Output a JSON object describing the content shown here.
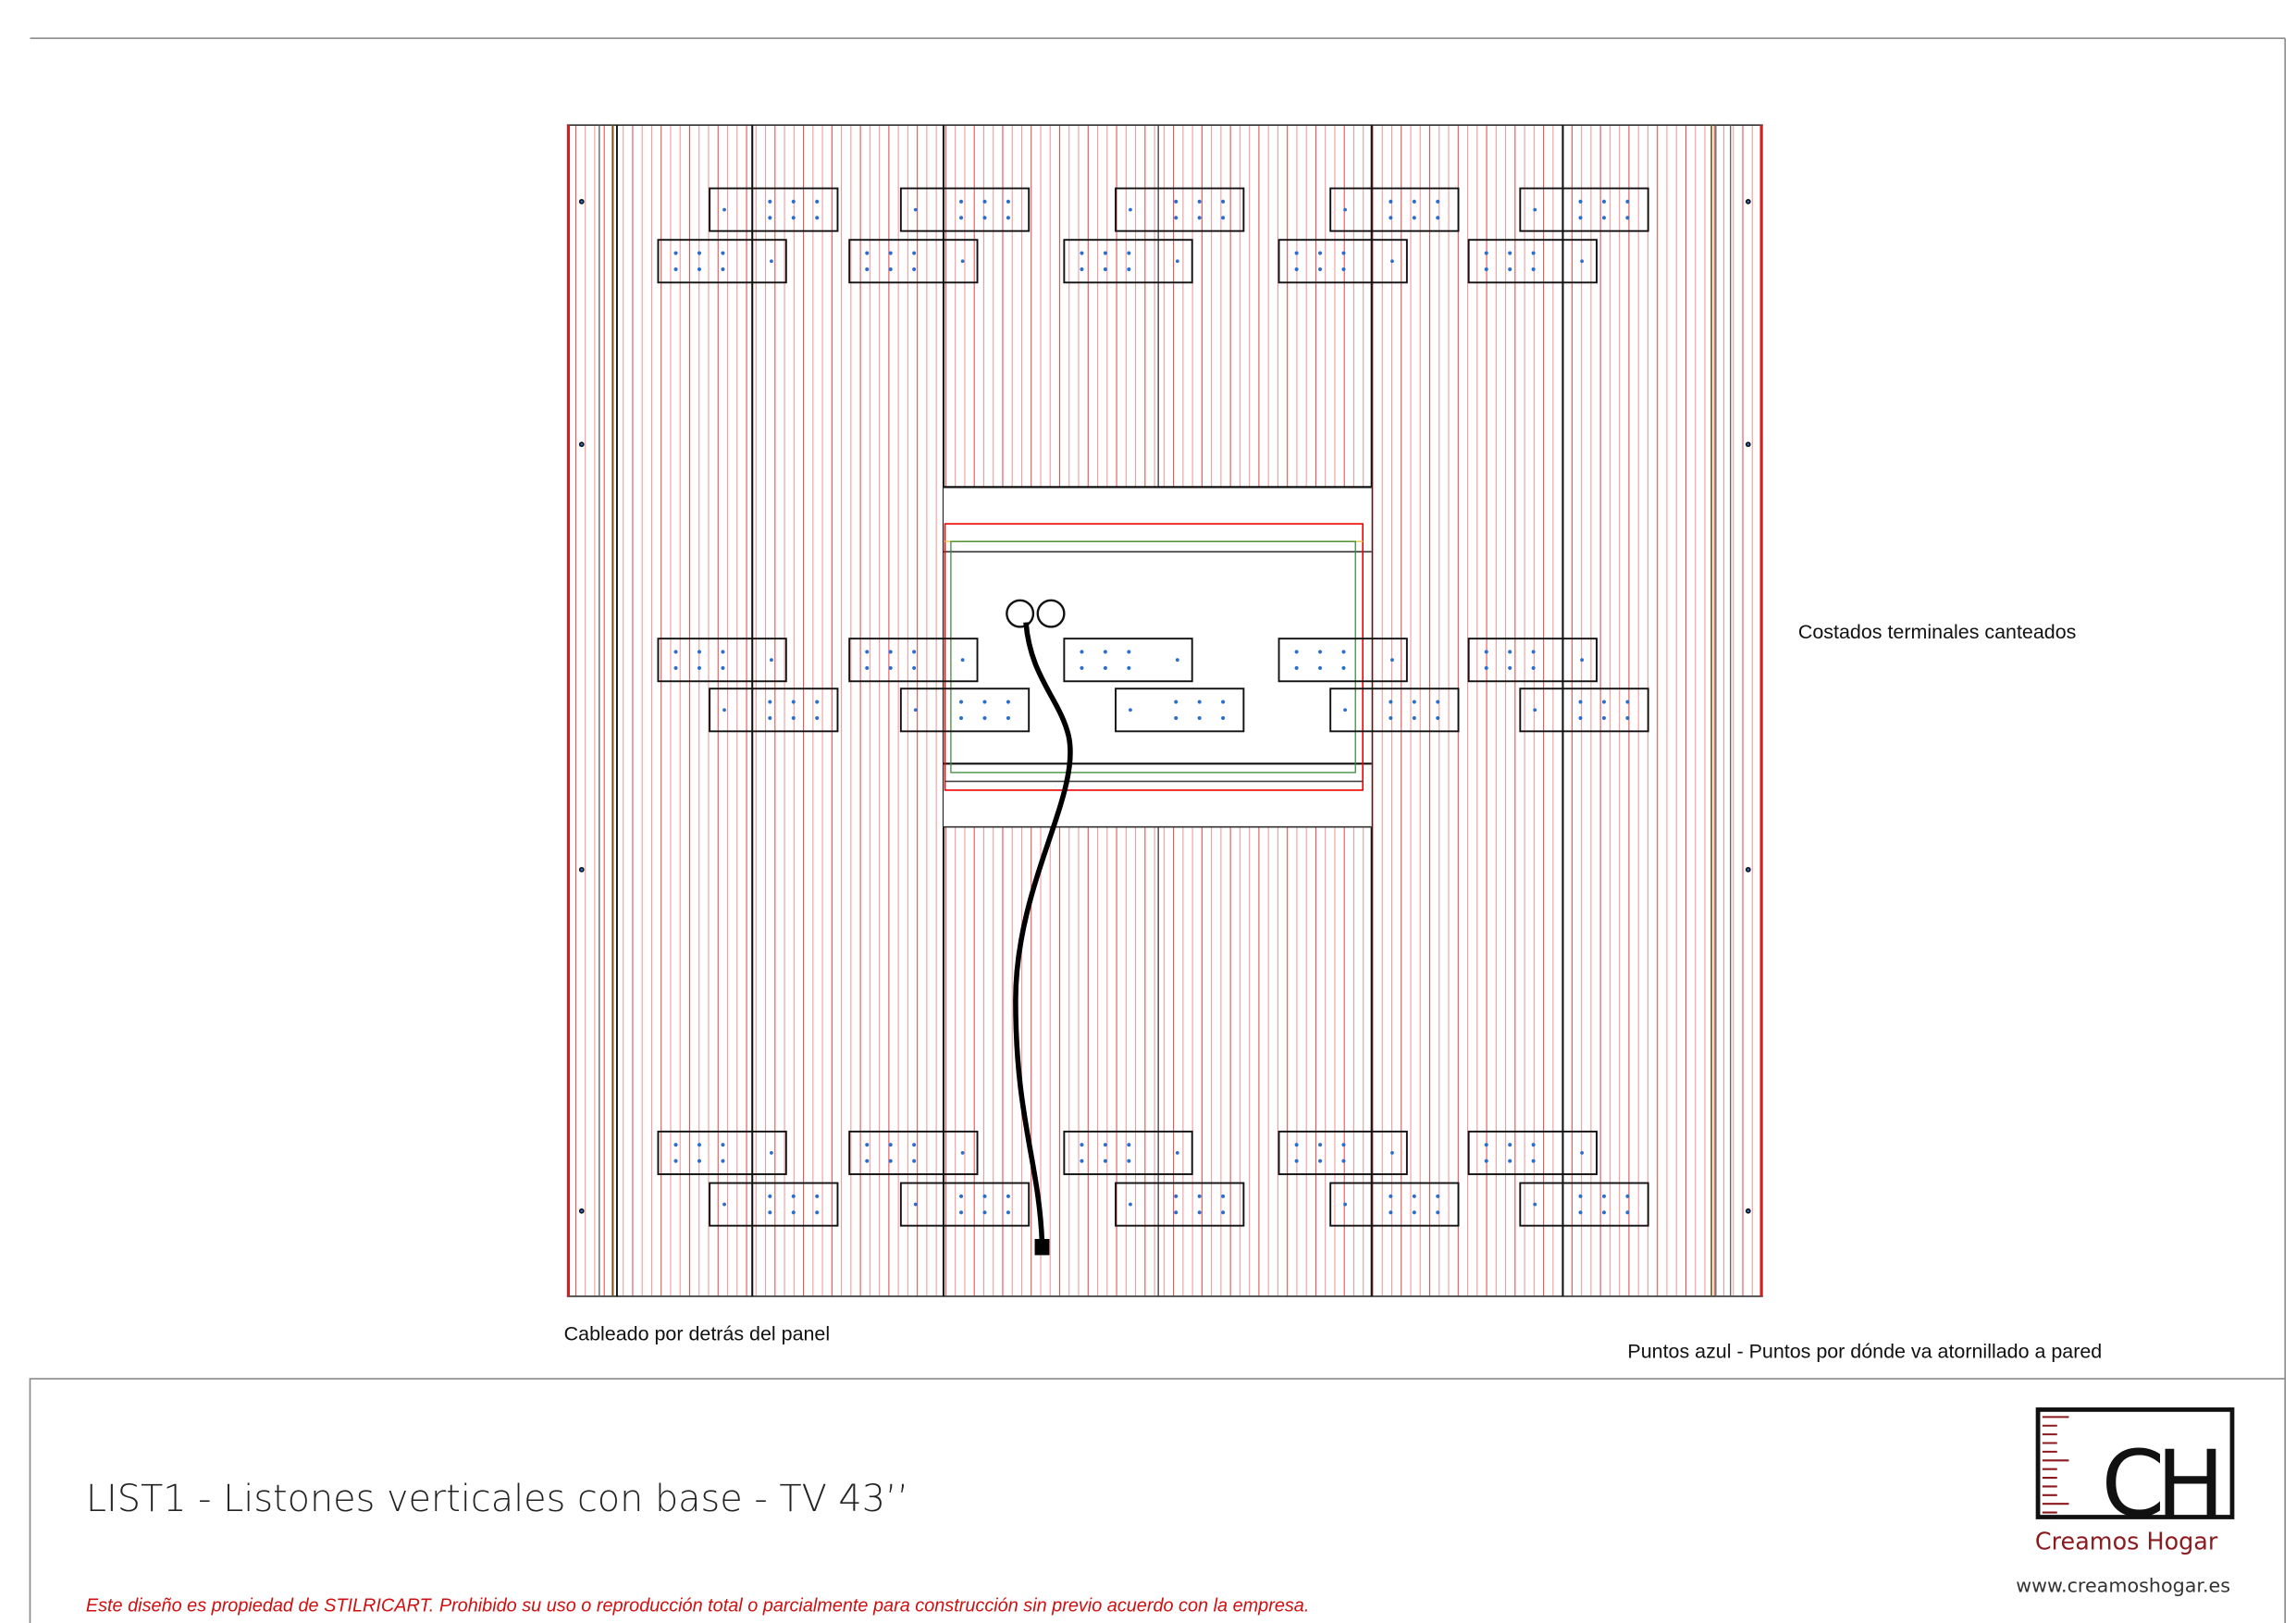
{
  "annotations": {
    "side_edges": "Costados terminales canteados",
    "cabling": "Cableado por detrás del panel",
    "blue_points": "Puntos azul - Puntos por dónde va atornillado a pared"
  },
  "title_block": {
    "title": "LIST1 - Listones verticales con base - TV 43’’",
    "disclaimer": "Este diseño es propiedad de STILRICART. Prohibido su uso o reproducción total o parcialmente para construcción sin previo acuerdo con la empresa."
  },
  "logo": {
    "monogram": "CH",
    "brand": "Creamos Hogar",
    "url": "www.creamoshogar.es"
  },
  "colors": {
    "slat_line": "#e84a4a",
    "screw_point": "#2a6fd0",
    "brand": "#8b1a1f",
    "disclaimer": "#d01010"
  }
}
